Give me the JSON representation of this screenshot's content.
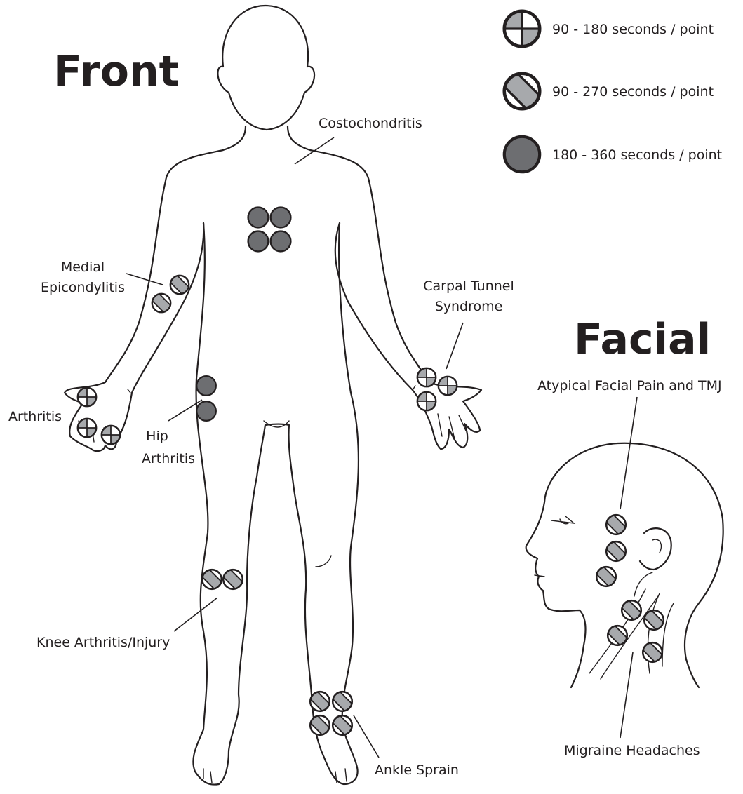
{
  "headings": {
    "front": "Front",
    "facial": "Facial"
  },
  "legend": [
    {
      "symbol": "quartered",
      "label": "90 - 180 seconds / point"
    },
    {
      "symbol": "striped",
      "label": "90 - 270 seconds / point"
    },
    {
      "symbol": "solid",
      "label": "180 - 360 seconds / point"
    }
  ],
  "labels": {
    "costochondritis": "Costochondritis",
    "medial_1": "Medial",
    "medial_2": "Epicondylitis",
    "carpal_1": "Carpal Tunnel",
    "carpal_2": "Syndrome",
    "arthritis": "Arthritis",
    "hip_1": "Hip",
    "hip_2": "Arthritis",
    "knee": "Knee Arthritis/Injury",
    "ankle": "Ankle Sprain",
    "atypical": "Atypical Facial Pain and TMJ",
    "migraine": "Migraine Headaches"
  },
  "colors": {
    "ink": "#231f20",
    "fill_gray": "#6d6e71",
    "light_gray": "#a7a9ac"
  }
}
